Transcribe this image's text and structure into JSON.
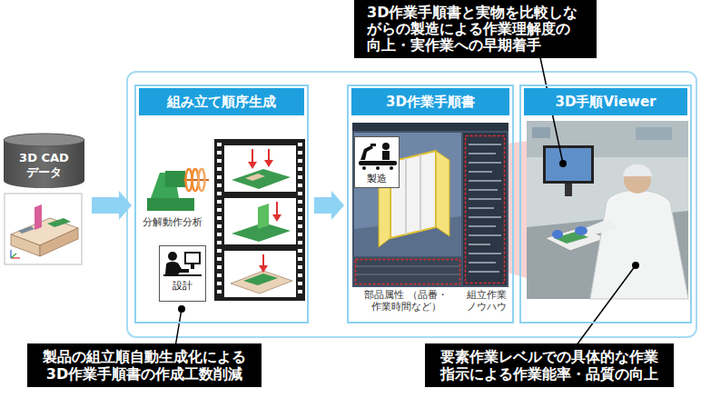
{
  "diagram": {
    "nodes": [
      {
        "text": [
          "3D CAD データ"
        ]
      },
      {
        "text": [
          "組み立て順序生成"
        ]
      },
      {
        "text": [
          "設計"
        ],
        "in": 1
      },
      {
        "text": [
          "3D作業手順書"
        ]
      },
      {
        "text": [
          "製造"
        ],
        "in": 3
      },
      {
        "text": [
          "3D手順Viewer"
        ]
      },
      {
        "text": [
          "3D作業手順書と実物を比較しな がらの製造による作業理解度の 向上・実作業への早期着手"
        ]
      },
      {
        "text": [
          "製品の組立順自動生成化による 3D作業手順書の作成工数削減"
        ]
      },
      {
        "text": [
          "要素作業レベルでの具体的な作業 指示による作業能率・品質の向上"
        ]
      }
    ],
    "edges": [
      {
        "from": 0,
        "to": 1,
        "arrow": "to"
      },
      {
        "from": 1,
        "to": 3,
        "arrow": "to"
      }
    ],
    "labels": [
      "分解動作分析",
      "部品属性 （品番・作業時間など）",
      "組立作業 ノウハウ"
    ]
  }
}
